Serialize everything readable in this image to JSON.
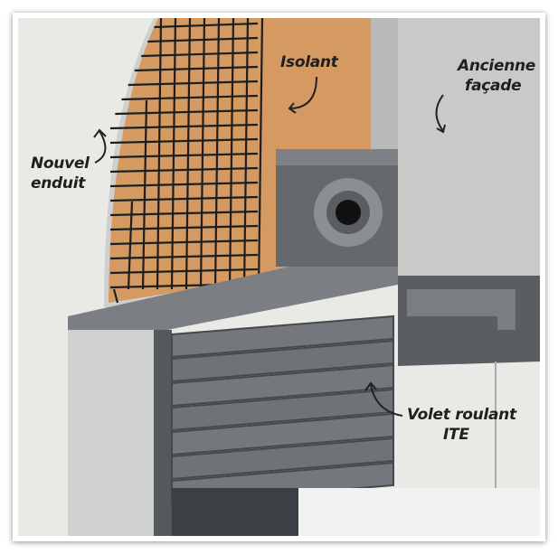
{
  "labels": {
    "nouvel_enduit_line1": "Nouvel",
    "nouvel_enduit_line2": "enduit",
    "isolant": "Isolant",
    "ancienne_facade_line1": "Ancienne",
    "ancienne_facade_line2": "façade",
    "volet_roulant_line1": "Volet roulant",
    "volet_roulant_line2": "ITE"
  },
  "colors": {
    "background": "#e9e9e5",
    "insulation": "#d49a62",
    "mesh": "#1e1e1e",
    "concrete": "#c9c9c7",
    "aluminium": "#6b6e72",
    "aluminium_dark": "#4f5256"
  }
}
